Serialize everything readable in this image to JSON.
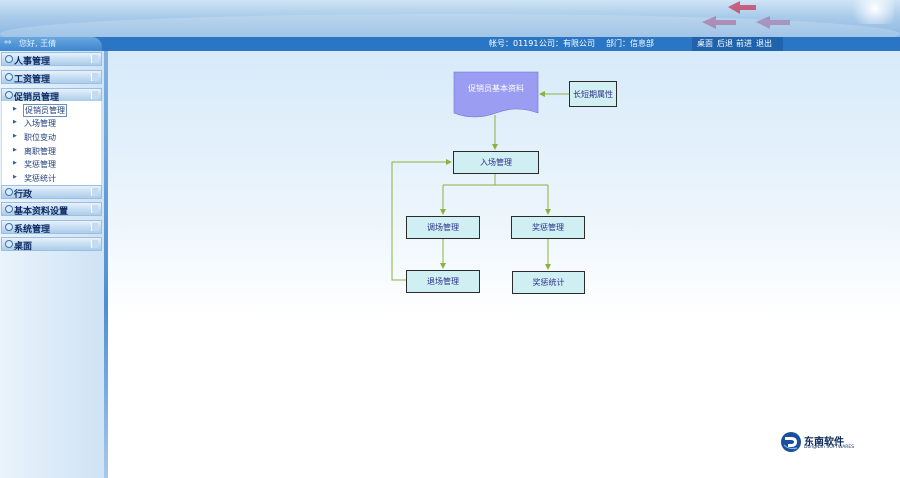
{
  "header": {
    "greeting": "您好, 王倩",
    "account": "帐号：01191",
    "company": "公司：有限公司",
    "department": "部门：信息部",
    "nav": [
      "桌面",
      "后退",
      "前进",
      "退出"
    ]
  },
  "sidebar": {
    "menus_top": [
      {
        "label": "人事管理"
      },
      {
        "label": "工资管理"
      },
      {
        "label": "促销员管理"
      }
    ],
    "submenu": [
      {
        "label": "促销员管理",
        "active": true
      },
      {
        "label": "入场管理"
      },
      {
        "label": "职位变动"
      },
      {
        "label": "离职管理"
      },
      {
        "label": "奖惩管理"
      },
      {
        "label": "奖惩统计"
      }
    ],
    "menus_bottom": [
      {
        "label": "行政"
      },
      {
        "label": "基本资料设置"
      },
      {
        "label": "系统管理"
      },
      {
        "label": "桌面"
      }
    ]
  },
  "flowchart": {
    "doc": "促销员基本资料",
    "attr": "长短期属性",
    "entry": "入场管理",
    "transfer": "调场管理",
    "reward": "奖惩管理",
    "exit": "退场管理",
    "stats": "奖惩统计"
  },
  "logo": {
    "name": "东南软件",
    "en": "DongNan SOFTWARES"
  },
  "colors": {
    "accent": "#2a76c4",
    "flow_line": "#8bb23f",
    "doc_fill": "#9a9df2",
    "box_fill": "#cfeff3"
  }
}
